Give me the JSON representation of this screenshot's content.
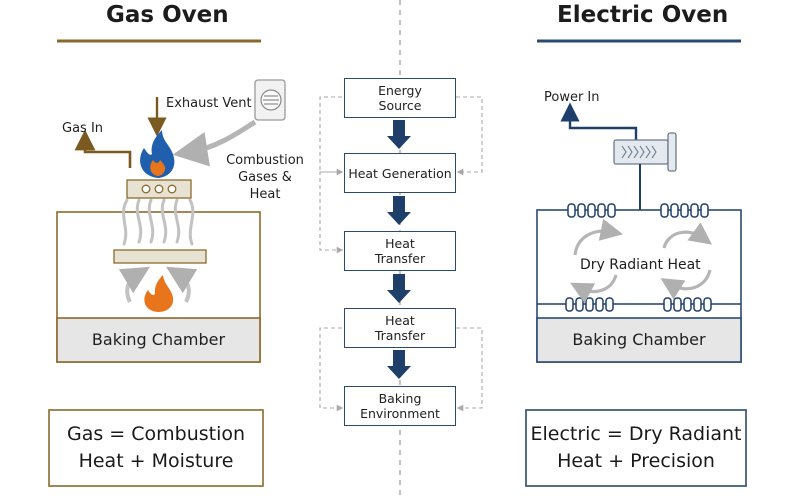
{
  "colors": {
    "gas_accent": "#8a6a2c",
    "electric_accent": "#2b4a70",
    "flame_blue": "#1f5fae",
    "flame_orange": "#e8741c",
    "arrow_navy": "#1f3f6b",
    "chamber_fill": "#e6e6e6",
    "gray_arrow": "#b5b5b5"
  },
  "gas": {
    "title": "Gas Oven",
    "exhaust_vent": "Exhaust Vent",
    "gas_in": "Gas In",
    "combustion_line1": "Combustion",
    "combustion_line2": "Gases &",
    "combustion_line3": "Heat",
    "chamber": "Baking Chamber",
    "summary_line1": "Gas = Combustion",
    "summary_line2": "Heat + Moisture",
    "icons": [
      "vent-icon",
      "flame-icon",
      "burner-icon"
    ]
  },
  "electric": {
    "title": "Electric Oven",
    "power_in": "Power In",
    "radiant": "Dry Radiant Heat",
    "chamber": "Baking Chamber",
    "summary_line1": "Electric = Dry Radiant",
    "summary_line2": "Heat + Precision",
    "icons": [
      "heater-icon",
      "heating-coil-icon"
    ]
  },
  "flow": {
    "steps": [
      {
        "line1": "Energy",
        "line2": "Source"
      },
      {
        "line1": "Heat Generation",
        "line2": ""
      },
      {
        "line1": "Heat",
        "line2": "Transfer"
      },
      {
        "line1": "Heat",
        "line2": "Transfer"
      },
      {
        "line1": "Baking",
        "line2": "Environment"
      }
    ]
  }
}
